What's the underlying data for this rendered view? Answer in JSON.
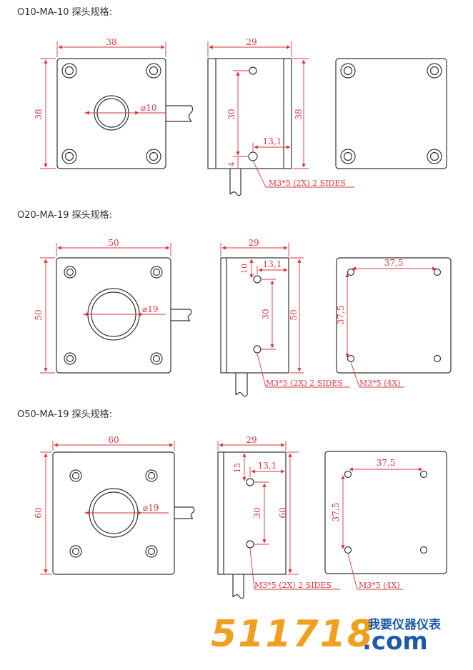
{
  "sections": [
    {
      "title": "O10-MA-10 探头规格:",
      "front": {
        "width_label": "38",
        "height_label": "38",
        "hole_label": "⌀10"
      },
      "side": {
        "width_label": "29",
        "height_label": "38",
        "spacing_label": "30",
        "offset_label": "4",
        "depth_label": "13,1",
        "callout": "M3*5 (2X) 2 SIDES"
      },
      "back": {}
    },
    {
      "title": "O20-MA-19 探头规格:",
      "front": {
        "width_label": "50",
        "height_label": "50",
        "hole_label": "⌀19"
      },
      "side": {
        "width_label": "29",
        "height_label": "50",
        "spacing_label": "30",
        "offset_label": "10",
        "depth_label": "13,1",
        "callout": "M3*5 (2X) 2 SIDES"
      },
      "back": {
        "h_label": "37,5",
        "v_label": "37,5",
        "callout": "M3*5 (4X)"
      }
    },
    {
      "title": "O50-MA-19 探头规格:",
      "front": {
        "width_label": "60",
        "height_label": "60",
        "hole_label": "⌀19"
      },
      "side": {
        "width_label": "29",
        "height_label": "60",
        "spacing_label": "30",
        "offset_label": "15",
        "depth_label": "13,1",
        "callout": "M3*5 (2X) 2 SIDES"
      },
      "back": {
        "h_label": "37,5",
        "v_label": "37,5",
        "callout": "M3*5 (4X)"
      }
    }
  ],
  "watermark": {
    "number": "511718",
    "cn": "我要仪器仪表",
    "com": ".com"
  },
  "colors": {
    "dimension": "#d9363e",
    "outline": "#333333",
    "brand_orange": "#f0a020",
    "brand_blue": "#1c5aa8"
  }
}
